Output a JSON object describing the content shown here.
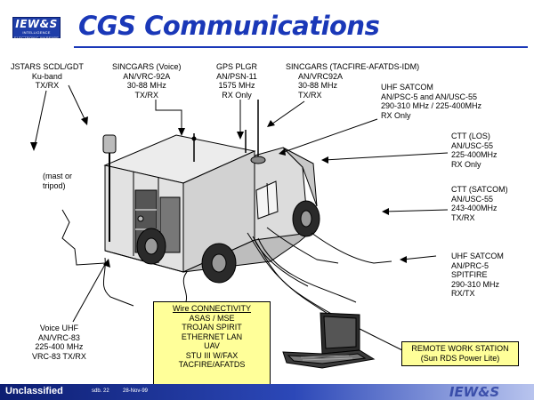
{
  "header": {
    "logo_text": "IEW&S",
    "logo_subtext": "INTELLIGENCE ELECTRONIC WARFARE & SENSORS",
    "title": "CGS Communications"
  },
  "labels": {
    "jstars": [
      "JSTARS  SCDL/GDT",
      "Ku-band",
      "TX/RX"
    ],
    "sincgars_voice": [
      "SINCGARS (Voice)",
      "AN/VRC-92A",
      "30-88 MHz",
      "TX/RX"
    ],
    "gps": [
      "GPS PLGR",
      "AN/PSN-11",
      "1575 MHz",
      "RX Only"
    ],
    "sincgars_idm": [
      "SINCGARS (TACFIRE-AFATDS-IDM)",
      "AN/VRC92A",
      "30-88 MHz",
      "TX/RX"
    ],
    "uhf_satcom_rx": [
      "UHF SATCOM",
      "AN/PSC-5 and AN/USC-55",
      "290-310 MHz / 225-400MHz",
      "RX Only"
    ],
    "ctt_los": [
      "CTT (LOS)",
      "AN/USC-55",
      "225-400MHz",
      "RX Only"
    ],
    "ctt_satcom": [
      "CTT (SATCOM)",
      "AN/USC-55",
      "243-400MHz",
      "TX/RX"
    ],
    "uhf_satcom_spitfire": [
      "UHF SATCOM",
      "AN/PRC-5",
      "SPITFIRE",
      "290-310 MHz",
      "RX/TX"
    ],
    "mast": [
      "(mast or",
      "tripod)"
    ],
    "voice_uhf": [
      "Voice UHF",
      "AN/VRC-83",
      "225-400 MHz",
      "VRC-83 TX/RX"
    ]
  },
  "connectivity": {
    "header": "Wire CONNECTIVITY",
    "items": [
      "ASAS / MSE",
      "TROJAN SPIRIT",
      "ETHERNET LAN",
      "UAV",
      "STU III W/FAX",
      "TACFIRE/AFATDS"
    ]
  },
  "remote_workstation": [
    "REMOTE WORK STATION",
    "(Sun RDS Power Lite)"
  ],
  "footer": {
    "classification": "Unclassified",
    "page": "sdb. 22",
    "date": "28-Nov-99",
    "brand": "IEW&S"
  },
  "colors": {
    "title_blue": "#1a38b8",
    "box_fill": "#ffff99",
    "footer_dark": "#0d1e72",
    "line_color": "#000000"
  }
}
